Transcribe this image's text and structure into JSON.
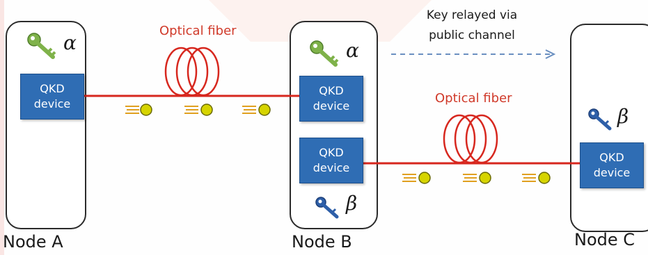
{
  "diagram": {
    "relay_label_line1": "Key relayed via",
    "relay_label_line2": "public channel",
    "fiber_label_1": "Optical fiber",
    "fiber_label_2": "Optical fiber",
    "nodes": [
      {
        "label": "Node A",
        "key_symbol": "α",
        "key_icon": "green-key-icon"
      },
      {
        "label": "Node B",
        "key_symbol_1": "α",
        "key_symbol_2": "β",
        "key_icon_1": "green-key-icon",
        "key_icon_2": "blue-key-icon"
      },
      {
        "label": "Node C",
        "key_symbol": "β",
        "key_icon": "blue-key-icon"
      }
    ],
    "device_line1": "QKD",
    "device_line2": "device",
    "colors": {
      "fiber": "#d7271e",
      "device": "#2f6db4",
      "photon": "#d6d400",
      "key_green": "#7fb24a",
      "key_blue": "#2e5fa8",
      "relay_arrow": "#6a8fc0"
    }
  }
}
